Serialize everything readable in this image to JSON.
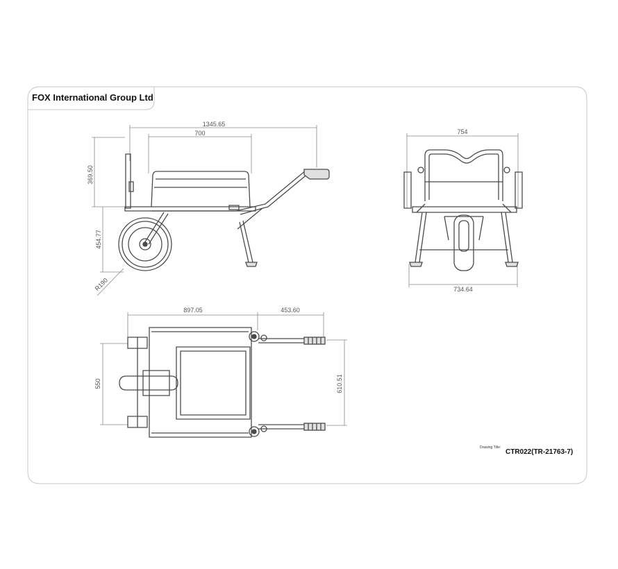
{
  "company": "FOX International  Group Ltd",
  "title_block": {
    "label": "Drawing Title:",
    "value": "CTR022(TR-21763-7)"
  },
  "dimensions": {
    "side": {
      "overall_length": "1345.65",
      "tray_length": "700",
      "frame_height": "369.50",
      "wheel_height": "454.77",
      "wheel_radius": "R190"
    },
    "front": {
      "top_width": "754",
      "base_width": "734.64"
    },
    "top": {
      "body_length": "897.05",
      "handle_length": "453.60",
      "frame_width": "550",
      "handle_width": "610.51"
    }
  },
  "colors": {
    "line": "#4a4a4a",
    "dim": "#8a8a8a",
    "border": "#d0d0d0"
  }
}
